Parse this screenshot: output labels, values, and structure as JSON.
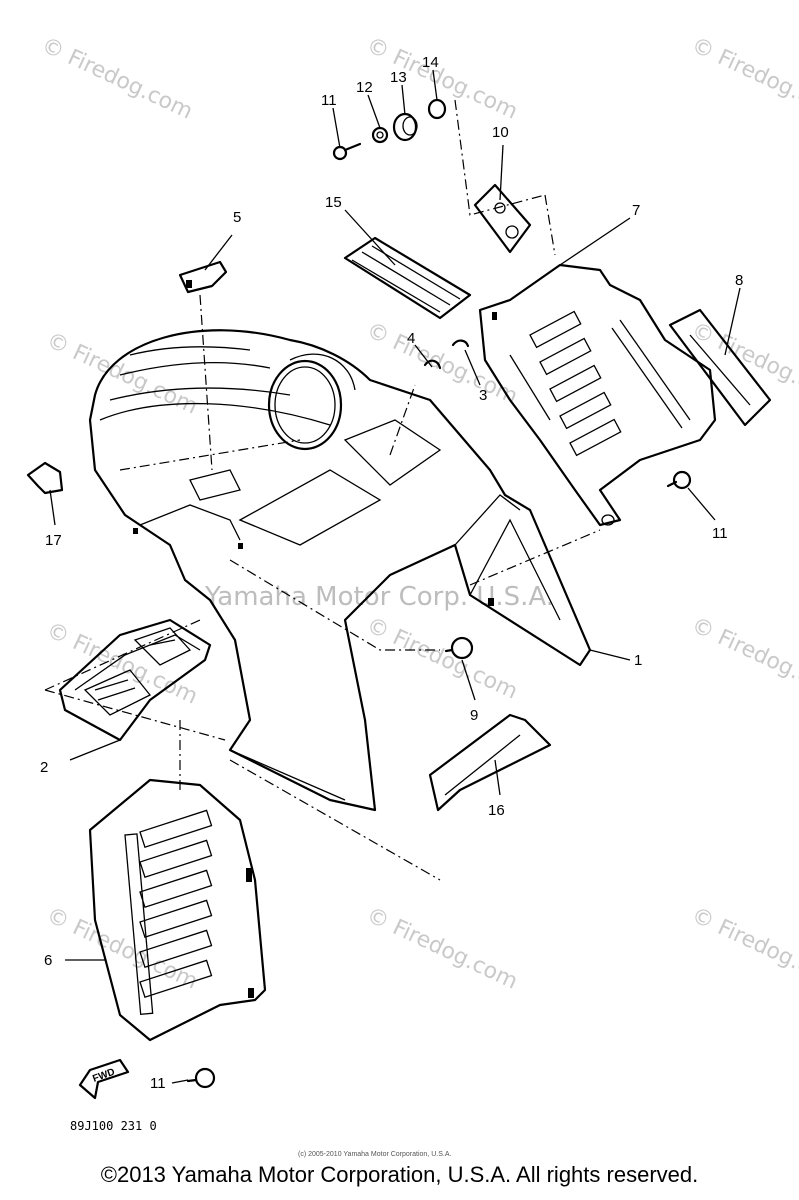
{
  "diagram": {
    "callouts": [
      "1",
      "2",
      "3",
      "4",
      "5",
      "6",
      "7",
      "8",
      "9",
      "10",
      "11",
      "12",
      "13",
      "14",
      "15",
      "16",
      "17"
    ],
    "extra_callouts": {
      "c11_bolt_right": "11",
      "c11_bolt_bottom": "11"
    },
    "watermark": "© Firedog.com",
    "center_watermark": "Yamaha Motor Corp. U.S.A.",
    "fwd_label": "FWD",
    "drawing_code": "89J100 231 0",
    "small_copyright": "(c) 2005-2010 Yamaha Motor Corporation, U.S.A."
  },
  "footer": {
    "copyright": "©2013 Yamaha Motor Corporation, U.S.A. All rights reserved."
  }
}
